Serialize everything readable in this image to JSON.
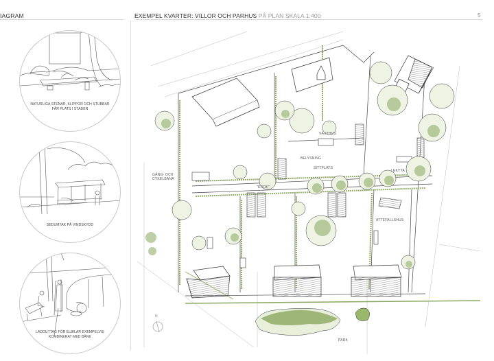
{
  "header": {
    "left_title": "IAGRAM",
    "title_main": "EXEMPEL KVARTER: VILLOR OCH PARHUS",
    "title_sub": " PÅ PLAN SKALA 1:400",
    "page_number": "5"
  },
  "vignettes": [
    {
      "id": "stones",
      "caption": "NATURLIGA STENAR, KLIPPOR OCH STUBBAR FÅR PLATS I STADEN"
    },
    {
      "id": "shelter",
      "caption": "SEDUMTAK PÅ VINDSKYDD"
    },
    {
      "id": "charging",
      "caption": "LADDUTTAG FÖR ELBILAR EXEMPELVIS KOMBINERAT MED BÄNK"
    }
  ],
  "plan": {
    "labels": {
      "vaxthus": "VÄXTHUS",
      "belysning": "BELYSNING",
      "sittplats": "SITTPLATS",
      "lekyta": "LEKYTA",
      "gang_line1": "GÅNG- OCH",
      "gang_line2": "CYKELBANA",
      "krok": "\"KROK\"",
      "attefallshus": "ATTEFALLSHUS",
      "park": "PARK",
      "north": "N"
    },
    "colors": {
      "line": "#3a3a3a",
      "greenery": "#8aa860",
      "greenery_dark": "#5d7e3a",
      "hatch": "#6a6a6a"
    }
  }
}
